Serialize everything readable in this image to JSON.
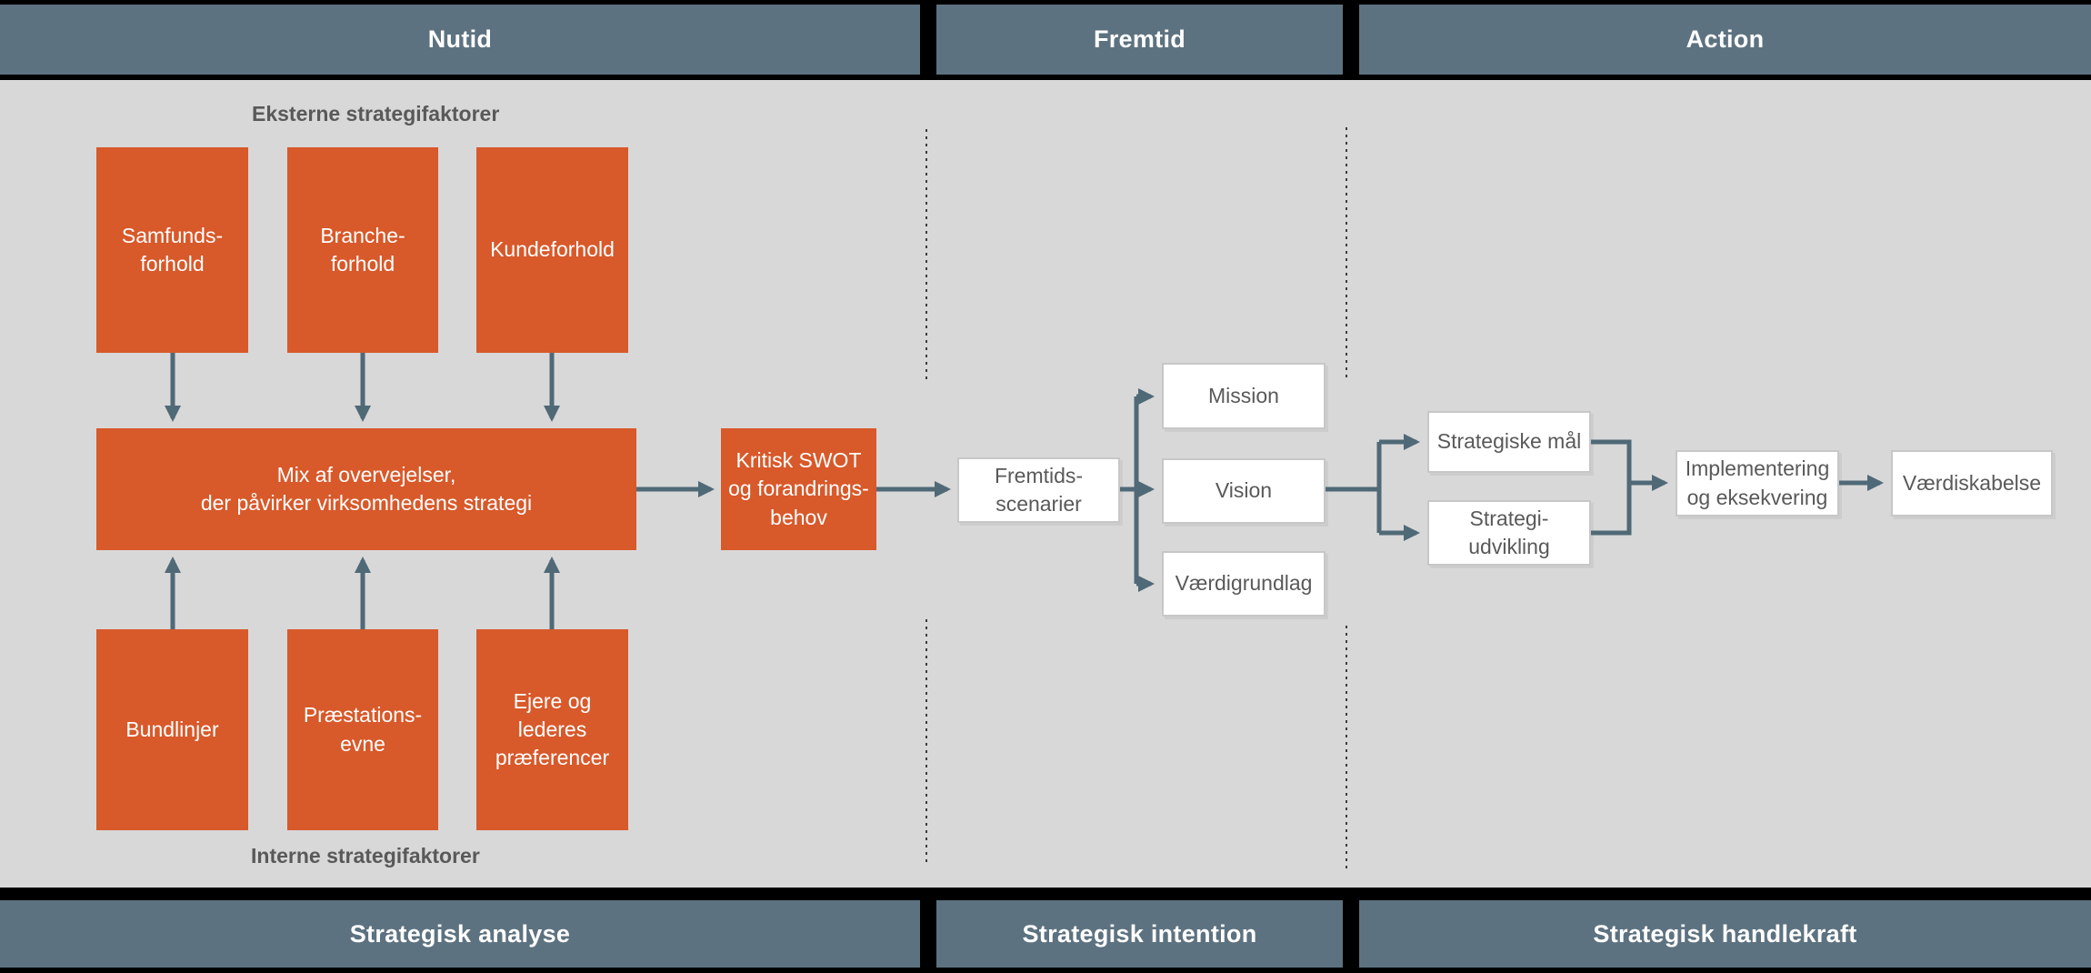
{
  "colors": {
    "accent_orange": "#D8592A",
    "header_slate": "#5D7280",
    "connector": "#4F6977",
    "background_gray": "#D8D8D8",
    "frame_black": "#000000",
    "text_gray": "#595959",
    "white_box_border": "#C7C7C7"
  },
  "top_bar": {
    "sections": [
      {
        "label": "Nutid"
      },
      {
        "label": "Fremtid"
      },
      {
        "label": "Action"
      }
    ]
  },
  "bottom_bar": {
    "sections": [
      {
        "label": "Strategisk analyse"
      },
      {
        "label": "Strategisk intention"
      },
      {
        "label": "Strategisk handlekraft"
      }
    ]
  },
  "zone_labels": {
    "external": "Eksterne strategifaktorer",
    "internal": "Interne strategifaktorer"
  },
  "boxes": {
    "samfund": {
      "lines": [
        "Samfunds-",
        "forhold"
      ]
    },
    "branche": {
      "lines": [
        "Branche-",
        "forhold"
      ]
    },
    "kunde": {
      "lines": [
        "Kundeforhold"
      ]
    },
    "bundlinjer": {
      "lines": [
        "Bundlinjer"
      ]
    },
    "praestation": {
      "lines": [
        "Præstations-",
        "evne"
      ]
    },
    "ejere": {
      "lines": [
        "Ejere og",
        "lederes",
        "præferencer"
      ]
    },
    "mix": {
      "lines": [
        "Mix af overvejelser,",
        "der påvirker virksomhedens strategi"
      ]
    },
    "swot": {
      "lines": [
        "Kritisk SWOT",
        "og forandrings-",
        "behov"
      ]
    },
    "fremtid": {
      "lines": [
        "Fremtids-",
        "scenarier"
      ]
    },
    "mission": {
      "lines": [
        "Mission"
      ]
    },
    "vision": {
      "lines": [
        "Vision"
      ]
    },
    "vaerdigrundlag": {
      "lines": [
        "Værdigrundlag"
      ]
    },
    "maal": {
      "lines": [
        "Strategiske mål"
      ]
    },
    "udvikling": {
      "lines": [
        "Strategi-",
        "udvikling"
      ]
    },
    "implementering": {
      "lines": [
        "Implementering",
        "og eksekvering"
      ]
    },
    "vaerdiskabelse": {
      "lines": [
        "Værdiskabelse"
      ]
    }
  }
}
